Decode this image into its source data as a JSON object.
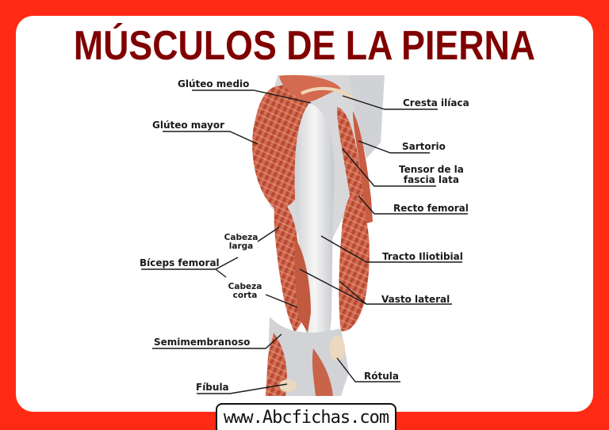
{
  "title": "MÚSCULOS DE LA PIERNA",
  "website": "www.Abcfichas.com",
  "colors": {
    "background": "#ff2a14",
    "card": "#ffffff",
    "title": "#800000",
    "muscle": "#c8553d",
    "tendon": "#e8e8e8"
  },
  "labels": {
    "gluteo_medio": "Glúteo medio",
    "gluteo_mayor": "Glúteo mayor",
    "cabeza_larga_1": "Cabeza",
    "cabeza_larga_2": "larga",
    "biceps_femoral": "Bíceps femoral",
    "cabeza_corta_1": "Cabeza",
    "cabeza_corta_2": "corta",
    "semimembranoso": "Semimembranoso",
    "fibula": "Fíbula",
    "cresta_iliaca": "Cresta ilíaca",
    "sartorio": "Sartorio",
    "tensor_1": "Tensor de la",
    "tensor_2": "fascia lata",
    "recto_femoral": "Recto femoral",
    "tracto_iliotibial": "Tracto Iliotibial",
    "vasto_lateral": "Vasto lateral",
    "rotula": "Rótula"
  }
}
